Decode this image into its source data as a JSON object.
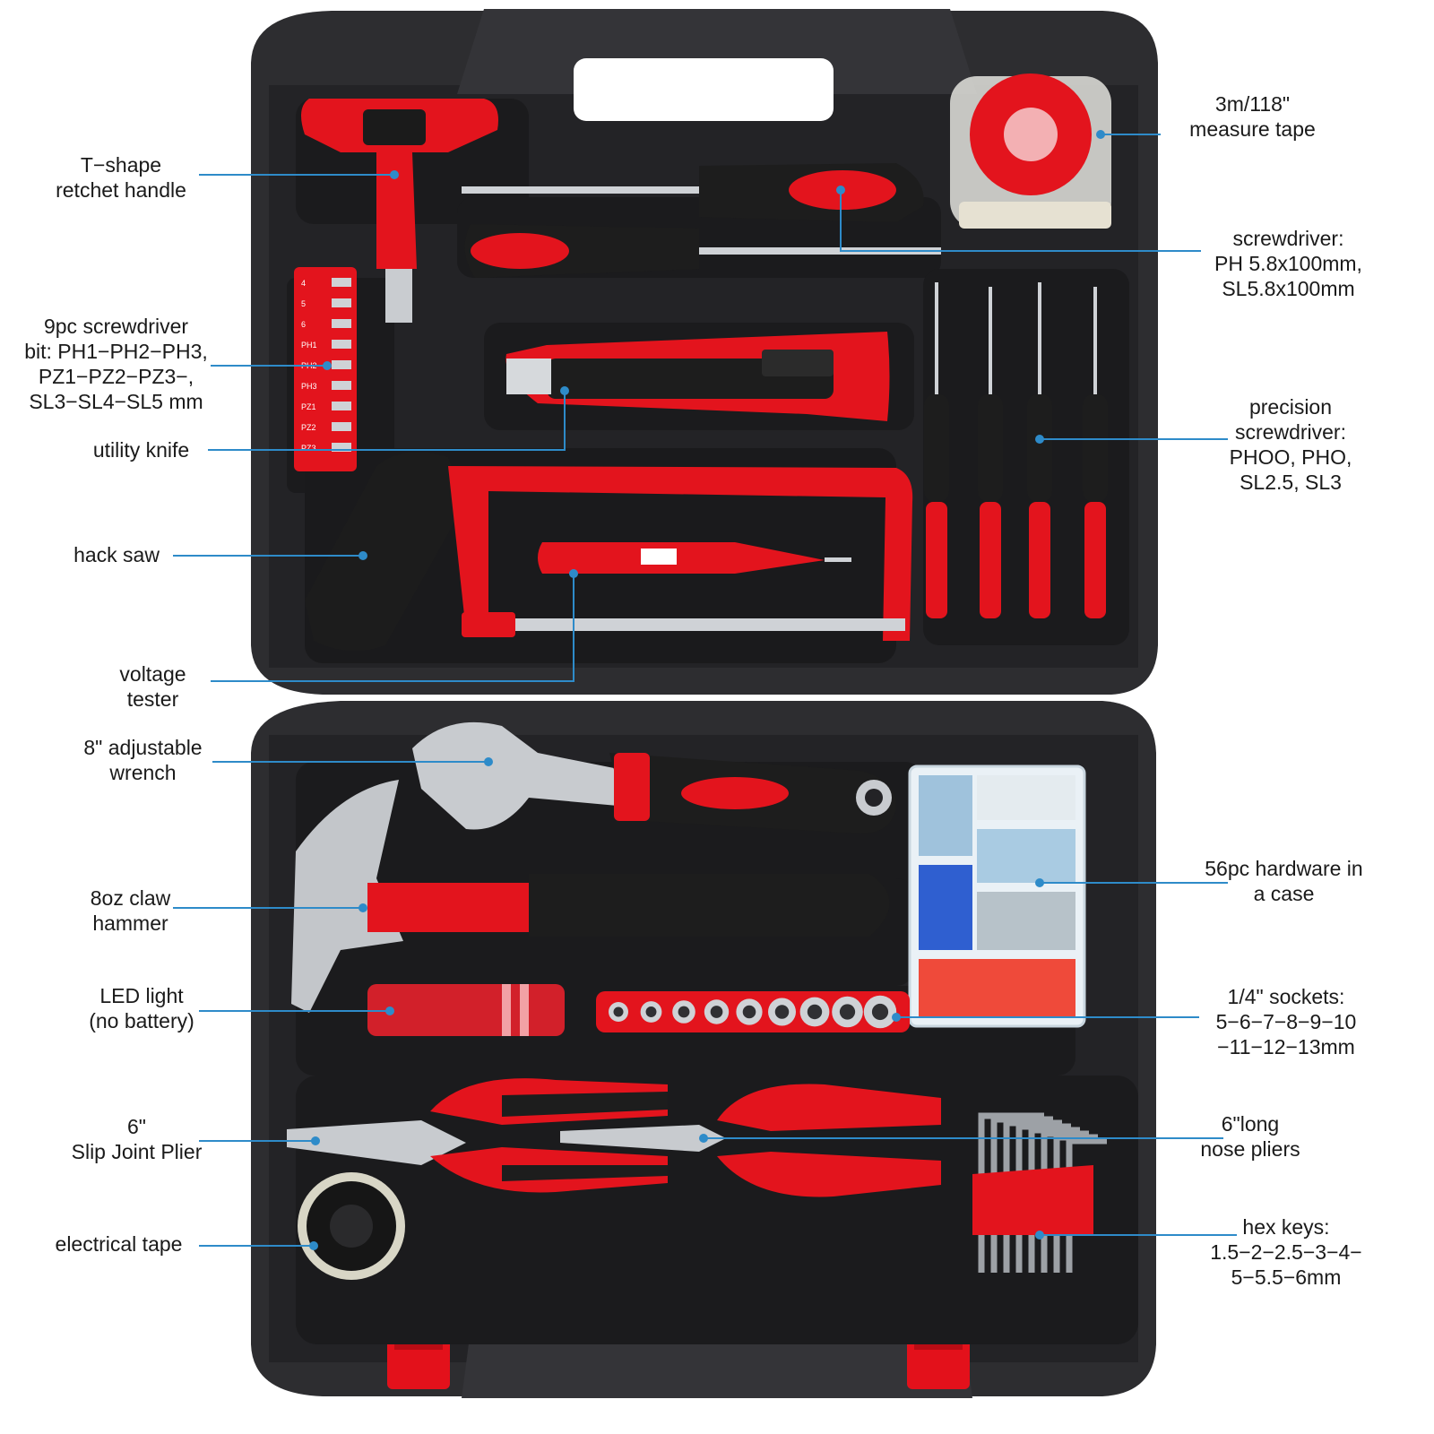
{
  "colors": {
    "case": "#2a2a2c",
    "case_inner": "#1e1e20",
    "tool_red": "#e0141e",
    "tool_black": "#1b1b1b",
    "metal": "#c8cbcf",
    "leader_line": "#2e8bc9",
    "background": "#ffffff"
  },
  "callouts": {
    "t_handle": [
      "T−shape",
      "retchet handle"
    ],
    "bits": [
      "9pc screwdriver",
      "bit: PH1−PH2−PH3,",
      "PZ1−PZ2−PZ3−,",
      "SL3−SL4−SL5 mm"
    ],
    "knife": [
      "utility knife"
    ],
    "saw": [
      "hack saw"
    ],
    "tester": [
      "voltage",
      "tester"
    ],
    "wrench": [
      "8\" adjustable",
      "wrench"
    ],
    "hammer": [
      "8oz claw",
      "hammer"
    ],
    "led": [
      "LED light",
      "(no battery)"
    ],
    "slip_plier": [
      "6\"",
      "Slip Joint Plier"
    ],
    "tape": [
      "electrical tape"
    ],
    "measure": [
      "3m/118\"",
      "measure tape"
    ],
    "screwdriver": [
      "screwdriver:",
      "PH 5.8x100mm,",
      "SL5.8x100mm"
    ],
    "precision": [
      "precision",
      "screwdriver:",
      "PHOO, PHO,",
      "SL2.5, SL3"
    ],
    "hardware": [
      "56pc hardware in",
      "a case"
    ],
    "sockets": [
      "1/4\" sockets:",
      "5−6−7−8−9−10",
      "−11−12−13mm"
    ],
    "long_nose": [
      "6\"long",
      "nose pliers"
    ],
    "hex": [
      "hex keys:",
      "1.5−2−2.5−3−4−",
      "5−5.5−6mm"
    ]
  },
  "bit_labels": [
    "4",
    "5",
    "6",
    "PH1",
    "PH2",
    "PH3",
    "PZ1",
    "PZ2",
    "PZ3"
  ],
  "socket_count": 9,
  "hex_key_count": 8
}
